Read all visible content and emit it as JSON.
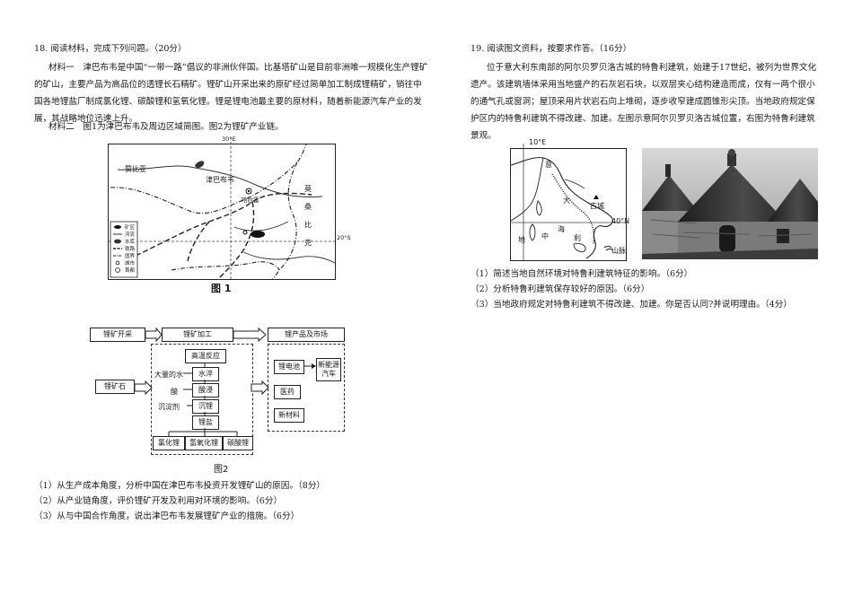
{
  "q18": {
    "title": "18. 阅读材料，完成下列问题。（20分）",
    "material1": "材料一　津巴布韦是中国“一带一路”倡议的非洲伙伴国。比基塔矿山是目前非洲唯一规模化生产锂矿的矿山，主要产品为高品位的透锂长石精矿。锂矿山开采出来的原矿经过简单加工制成锂精矿，销往中国各地锂盐厂制成氯化锂、碳酸锂和氢氧化锂。锂是锂电池最主要的原材料，随着新能源汽车产业的发展，其战略地位迅速上升。",
    "material2": "材料二　图1为津巴布韦及周边区域简图。图2为锂矿产业链。",
    "map": {
      "lon_label": "30°E",
      "lat_label": "20°S",
      "countries": [
        "赞比亚",
        "津巴布韦",
        "莫",
        "桑",
        "比",
        "克"
      ],
      "city": "哈拉雷",
      "legend": [
        "矿区",
        "河流",
        "水库",
        "铁路",
        "国界",
        "城市",
        "首都"
      ],
      "caption": "图 1"
    },
    "chain": {
      "stages": [
        "锂矿开采",
        "锂矿加工",
        "锂产品及市场"
      ],
      "ore": "锂矿石",
      "reaction": "高温反应",
      "water_in": "大量的水",
      "water_step": "水淬",
      "acid_in": "酸",
      "acid_step": "酸浸",
      "precip_in": "沉淀剂",
      "precip_step": "沉锂",
      "salt": "锂盐",
      "products": [
        "氯化锂",
        "氢氧化锂",
        "碳酸锂"
      ],
      "market": [
        "锂电池",
        "新能源汽车",
        "医药",
        "新材料"
      ],
      "caption": "图2"
    },
    "questions": [
      "（1）从生产成本角度，分析中国在津巴布韦投资开发锂矿山的原因。（8分）",
      "（2）从产业链角度，评价锂矿开发及利用对环境的影响。（6分）",
      "（3）从与中国合作角度，说出津巴布韦发展锂矿产业的措施。（6分）"
    ]
  },
  "q19": {
    "title": "19. 阅读图文资料，按要求作答。（16分）",
    "material": "位于意大利东南部的阿尔贝罗贝洛古城的特鲁利建筑，始建于17世纪，被列为世界文化遗产。该建筑墙体采用当地盛产的石灰岩石块，以双层夹心结构建造而成，仅有一两个很小的通气孔或窗洞；屋顶采用片状岩石向上堆砌，逐步收窄建成圆锥形尖顶。当地政府规定保护区内的特鲁利建筑不得改建、加建。左图示意阿尔贝罗贝洛古城位置，右图为特鲁利建筑景观。",
    "map": {
      "lon_label": "10°E",
      "lat_label": "40°N",
      "labels": [
        "意",
        "大",
        "利",
        "地",
        "中",
        "海",
        "古城",
        "山脉"
      ]
    },
    "questions": [
      "（1）简述当地自然环境对特鲁利建筑特征的影响。（6分）",
      "（2）分析特鲁利建筑保存较好的原因。（6分）",
      "（3）当地政府规定对特鲁利建筑不得改建、加建。你是否认同?并说明理由。（4分）"
    ]
  }
}
